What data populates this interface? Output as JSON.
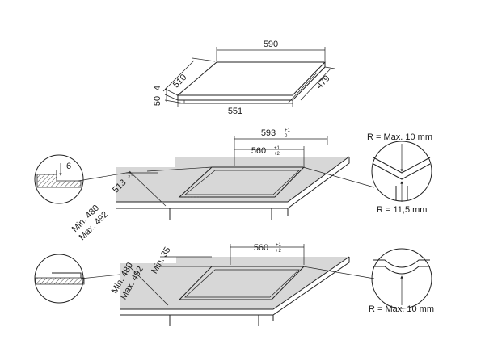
{
  "top_view": {
    "width": "590",
    "depth": "510",
    "front_width": "551",
    "side_depth": "479",
    "thickness_total": "50",
    "thickness_glass": "4"
  },
  "cutout_1": {
    "outer_width": "593",
    "outer_width_sup": "+1",
    "outer_width_sub": "0",
    "inner_width": "560",
    "inner_width_sup": "+1",
    "inner_width_sub": "+2",
    "depth": "513",
    "depth_sup": "+1",
    "depth_sub": "0",
    "min_depth": "Min. 480",
    "max_depth": "Max. 492",
    "edge_detail": "6",
    "corner_radius": "R = Max. 10 mm",
    "inner_radius": "R = 11,5 mm"
  },
  "cutout_2": {
    "inner_width": "560",
    "inner_width_sup": "+1",
    "inner_width_sub": "+2",
    "min_front": "Min. 35",
    "min_depth": "Min. 480",
    "max_depth": "Max. 492",
    "corner_radius": "R = Max. 10 mm"
  }
}
